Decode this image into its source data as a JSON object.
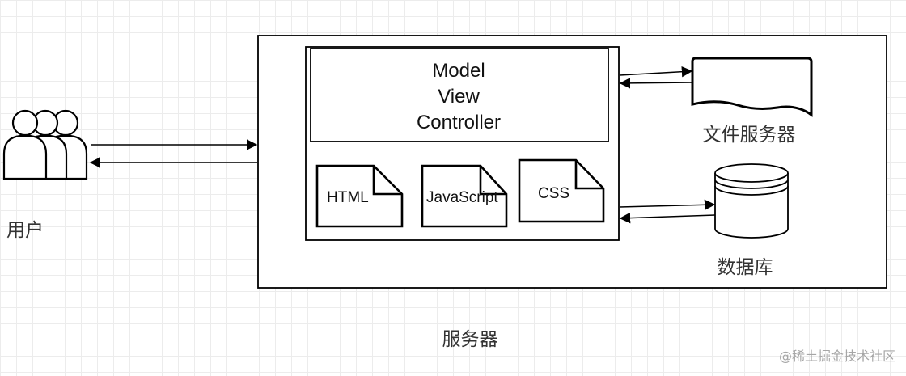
{
  "diagram": {
    "mvc": {
      "line1": "Model",
      "line2": "View",
      "line3": "Controller"
    },
    "files": {
      "html": "HTML",
      "javascript": "JavaScript",
      "css": "CSS"
    },
    "file_server_label": "文件服务器",
    "database_label": "数据库",
    "user_label": "用户",
    "server_label": "服务器",
    "watermark": "@稀土掘金技术社区"
  }
}
